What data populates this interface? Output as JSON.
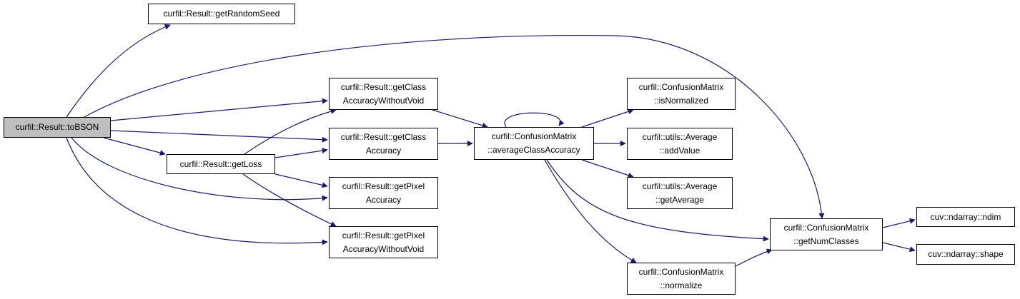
{
  "graph": {
    "line_color": "#191970",
    "root_fill": "#bfbfbf",
    "nodes": [
      {
        "id": "tobson",
        "lines": [
          "curfil::Result::toBSON"
        ],
        "root": true
      },
      {
        "id": "getrandomseed",
        "lines": [
          "curfil::Result::getRandomSeed"
        ]
      },
      {
        "id": "getclassaccwv",
        "lines": [
          "curfil::Result::getClass",
          "AccuracyWithoutVoid"
        ]
      },
      {
        "id": "getclassacc",
        "lines": [
          "curfil::Result::getClass",
          "Accuracy"
        ]
      },
      {
        "id": "getloss",
        "lines": [
          "curfil::Result::getLoss"
        ]
      },
      {
        "id": "getpixelacc",
        "lines": [
          "curfil::Result::getPixel",
          "Accuracy"
        ]
      },
      {
        "id": "getpixelaccwv",
        "lines": [
          "curfil::Result::getPixel",
          "AccuracyWithoutVoid"
        ]
      },
      {
        "id": "avgclassacc",
        "lines": [
          "curfil::ConfusionMatrix",
          "::averageClassAccuracy"
        ]
      },
      {
        "id": "isnormalized",
        "lines": [
          "curfil::ConfusionMatrix",
          "::isNormalized"
        ]
      },
      {
        "id": "addvalue",
        "lines": [
          "curfil::utils::Average",
          "::addValue"
        ]
      },
      {
        "id": "getaverage",
        "lines": [
          "curfil::utils::Average",
          "::getAverage"
        ]
      },
      {
        "id": "normalize",
        "lines": [
          "curfil::ConfusionMatrix",
          "::normalize"
        ]
      },
      {
        "id": "getnumclasses",
        "lines": [
          "curfil::ConfusionMatrix",
          "::getNumClasses"
        ]
      },
      {
        "id": "ndim",
        "lines": [
          "cuv::ndarray::ndim"
        ]
      },
      {
        "id": "shape",
        "lines": [
          "cuv::ndarray::shape"
        ]
      }
    ],
    "edges": [
      [
        "tobson",
        "getrandomseed"
      ],
      [
        "tobson",
        "getnumclasses"
      ],
      [
        "tobson",
        "getclassaccwv"
      ],
      [
        "tobson",
        "getclassacc"
      ],
      [
        "tobson",
        "getloss"
      ],
      [
        "tobson",
        "getpixelacc"
      ],
      [
        "tobson",
        "getpixelaccwv"
      ],
      [
        "getloss",
        "getclassaccwv"
      ],
      [
        "getloss",
        "getclassacc"
      ],
      [
        "getloss",
        "getpixelacc"
      ],
      [
        "getloss",
        "getpixelaccwv"
      ],
      [
        "getclassaccwv",
        "avgclassacc"
      ],
      [
        "getclassacc",
        "avgclassacc"
      ],
      [
        "avgclassacc",
        "avgclassacc"
      ],
      [
        "avgclassacc",
        "isnormalized"
      ],
      [
        "avgclassacc",
        "addvalue"
      ],
      [
        "avgclassacc",
        "getaverage"
      ],
      [
        "avgclassacc",
        "getnumclasses"
      ],
      [
        "avgclassacc",
        "normalize"
      ],
      [
        "normalize",
        "getnumclasses"
      ],
      [
        "getnumclasses",
        "ndim"
      ],
      [
        "getnumclasses",
        "shape"
      ]
    ]
  }
}
